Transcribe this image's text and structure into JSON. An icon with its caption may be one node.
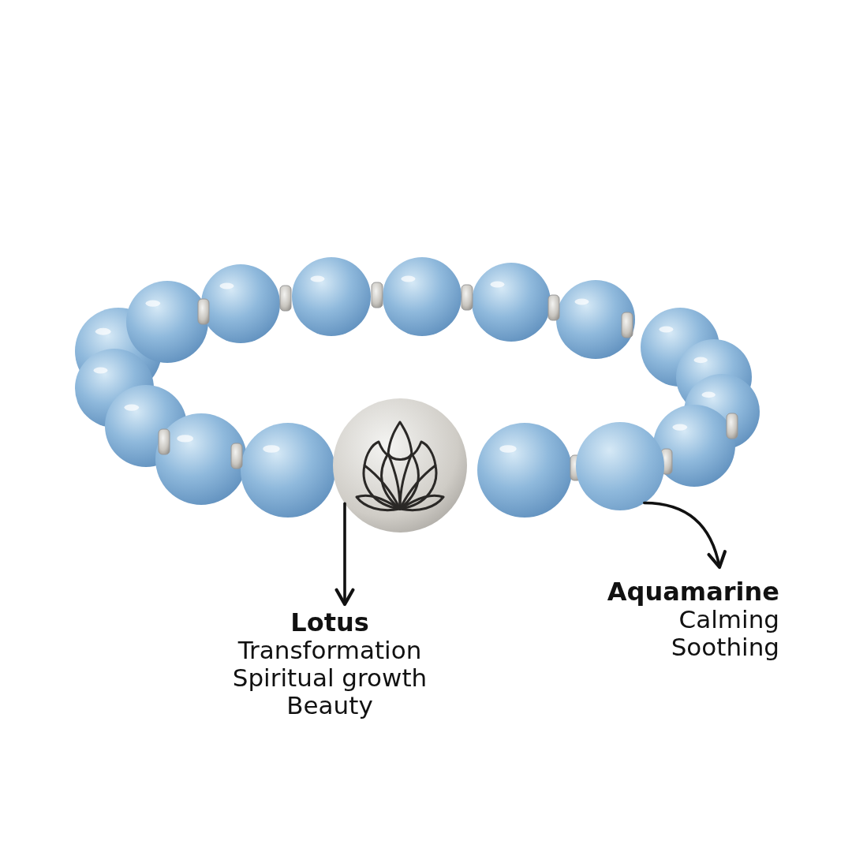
{
  "diagram": {
    "nodes": [
      {
        "text": [],
        "shape": "picture"
      },
      {
        "text": [],
        "shape": "picture"
      },
      {
        "text": [
          "Lotus",
          "Transformation",
          "Spiritual growth",
          "Beauty"
        ]
      },
      {
        "text": [
          "Aquamarine",
          "Calming",
          "Soothing"
        ]
      }
    ],
    "edges": [
      {
        "from": 0,
        "to": 2,
        "arrow": "to"
      },
      {
        "from": 1,
        "to": 3,
        "arrow": "to"
      }
    ]
  }
}
